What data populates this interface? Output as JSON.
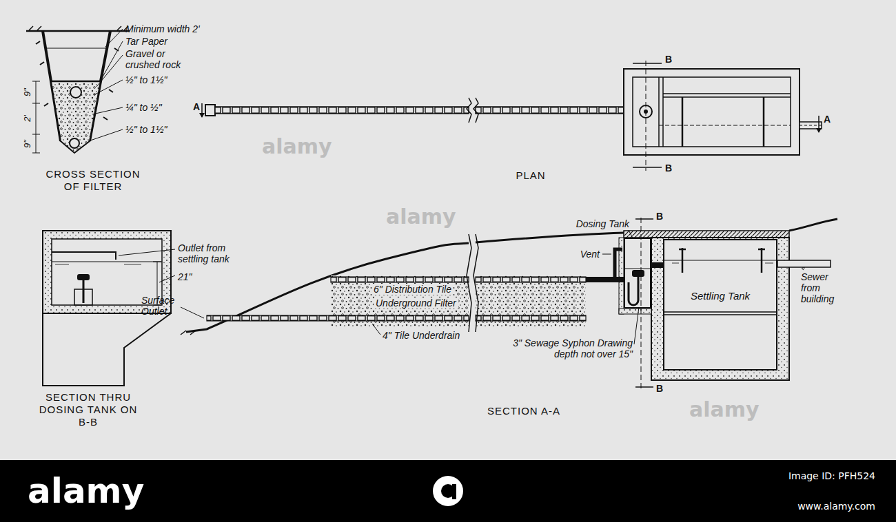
{
  "diagram": {
    "nodes": [
      {
        "text": [
          "Settling Tank"
        ]
      },
      {
        "text": [
          "Dosing Tank"
        ]
      },
      {
        "text": [
          "Underground Filter"
        ]
      }
    ],
    "edges": [
      {
        "from": 0,
        "to": 1,
        "arrow": "none"
      },
      {
        "from": 1,
        "to": 2,
        "arrow": "none"
      }
    ],
    "labels": [
      "Minimum width 2'",
      "Tar Paper",
      "Gravel or crushed rock",
      "½\" to 1½\"",
      "¼\" to ½\"",
      "½\" to 1½\"",
      "9\"",
      "2'",
      "9\"",
      "CROSS SECTION OF FILTER",
      "A",
      "B",
      "B",
      "A",
      "PLAN",
      "Outlet from settling tank",
      "21\"",
      "SECTION THRU DOSING TANK ON B-B",
      "B",
      "Vent",
      "6\" Distribution Tile",
      "Surface Outlet",
      "4\" Tile Underdrain",
      "3\" Sewage Syphon Drawing depth not over 15\"",
      "Sewer from building",
      "B",
      "SECTION A-A",
      "alamy",
      "alamy",
      "alamy",
      "alamy",
      "Image ID: PFH524",
      "www.alamy.com"
    ]
  }
}
